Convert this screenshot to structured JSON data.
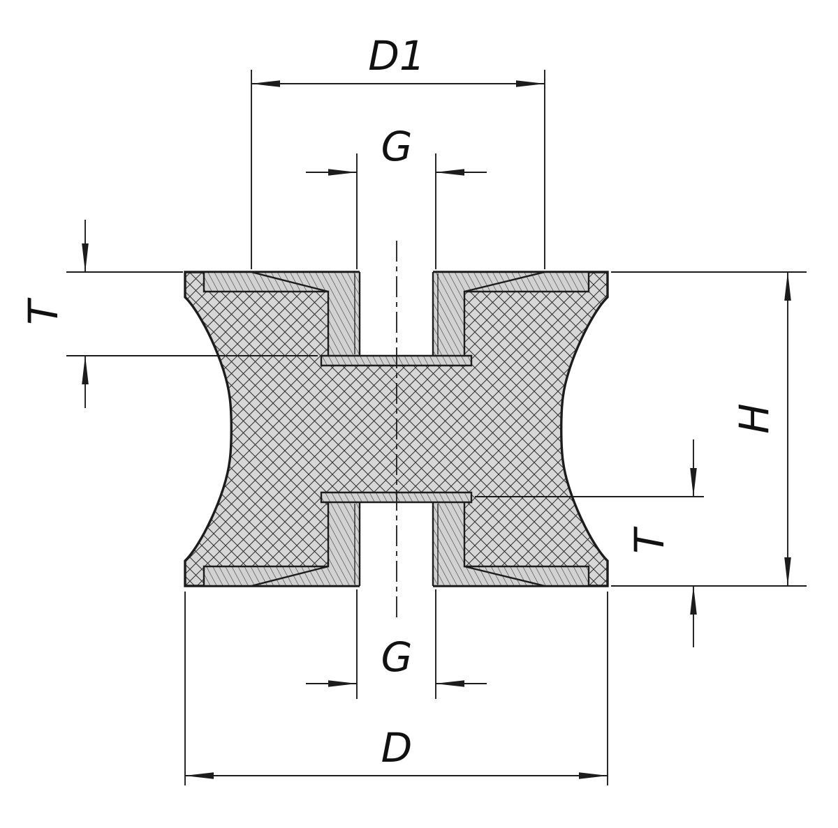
{
  "drawing": {
    "description": "Cross-section of a rubber vibration damper (spool type) with internal threads top and bottom",
    "labels": {
      "d1": "D1",
      "g_top": "G",
      "t_left": "T",
      "h": "H",
      "t_right": "T",
      "g_bottom": "G",
      "d_bottom": "D"
    },
    "colors": {
      "line": "#1c1c1c",
      "body_fill": "#d7d7d7",
      "background": "#ffffff"
    }
  }
}
